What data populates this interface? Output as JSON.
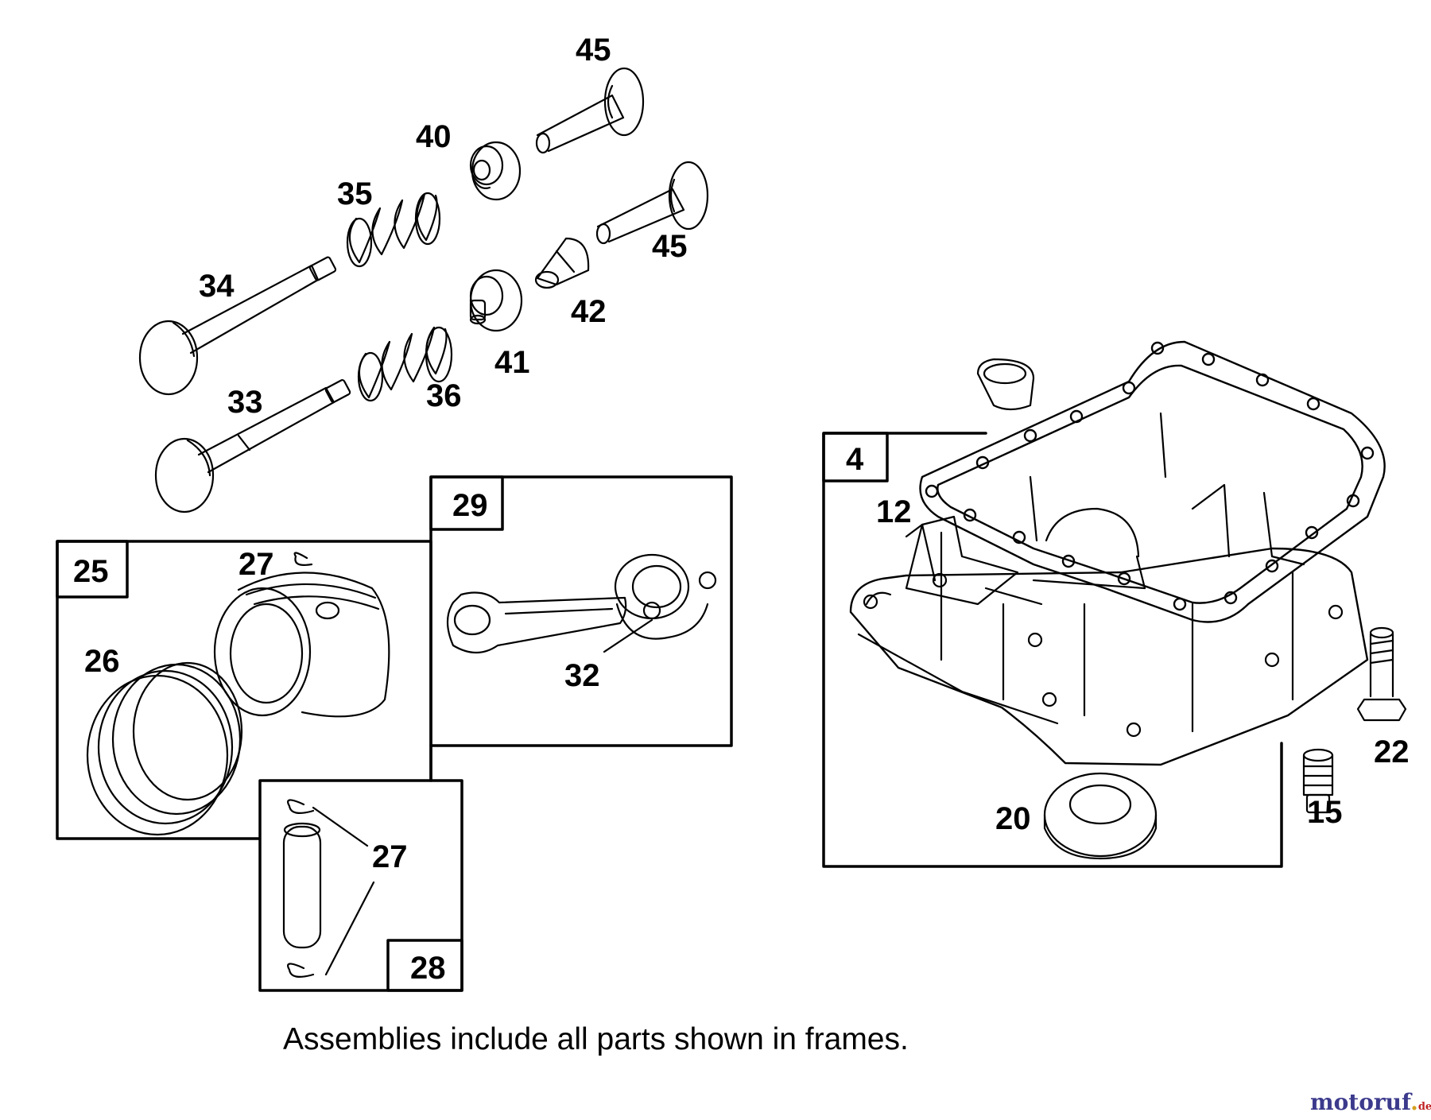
{
  "part_labels": {
    "p45a": "45",
    "p40": "40",
    "p35": "35",
    "p45b": "45",
    "p34": "34",
    "p42": "42",
    "p41": "41",
    "p36": "36",
    "p33": "33",
    "p29": "29",
    "p25": "25",
    "p27a": "27",
    "p26": "26",
    "p32": "32",
    "p27b": "27",
    "p28": "28",
    "p4": "4",
    "p12": "12",
    "p22": "22",
    "p15": "15",
    "p20": "20"
  },
  "caption": "Assemblies include all parts shown in frames.",
  "watermark": {
    "name": "motoruf",
    "tld": "de"
  }
}
